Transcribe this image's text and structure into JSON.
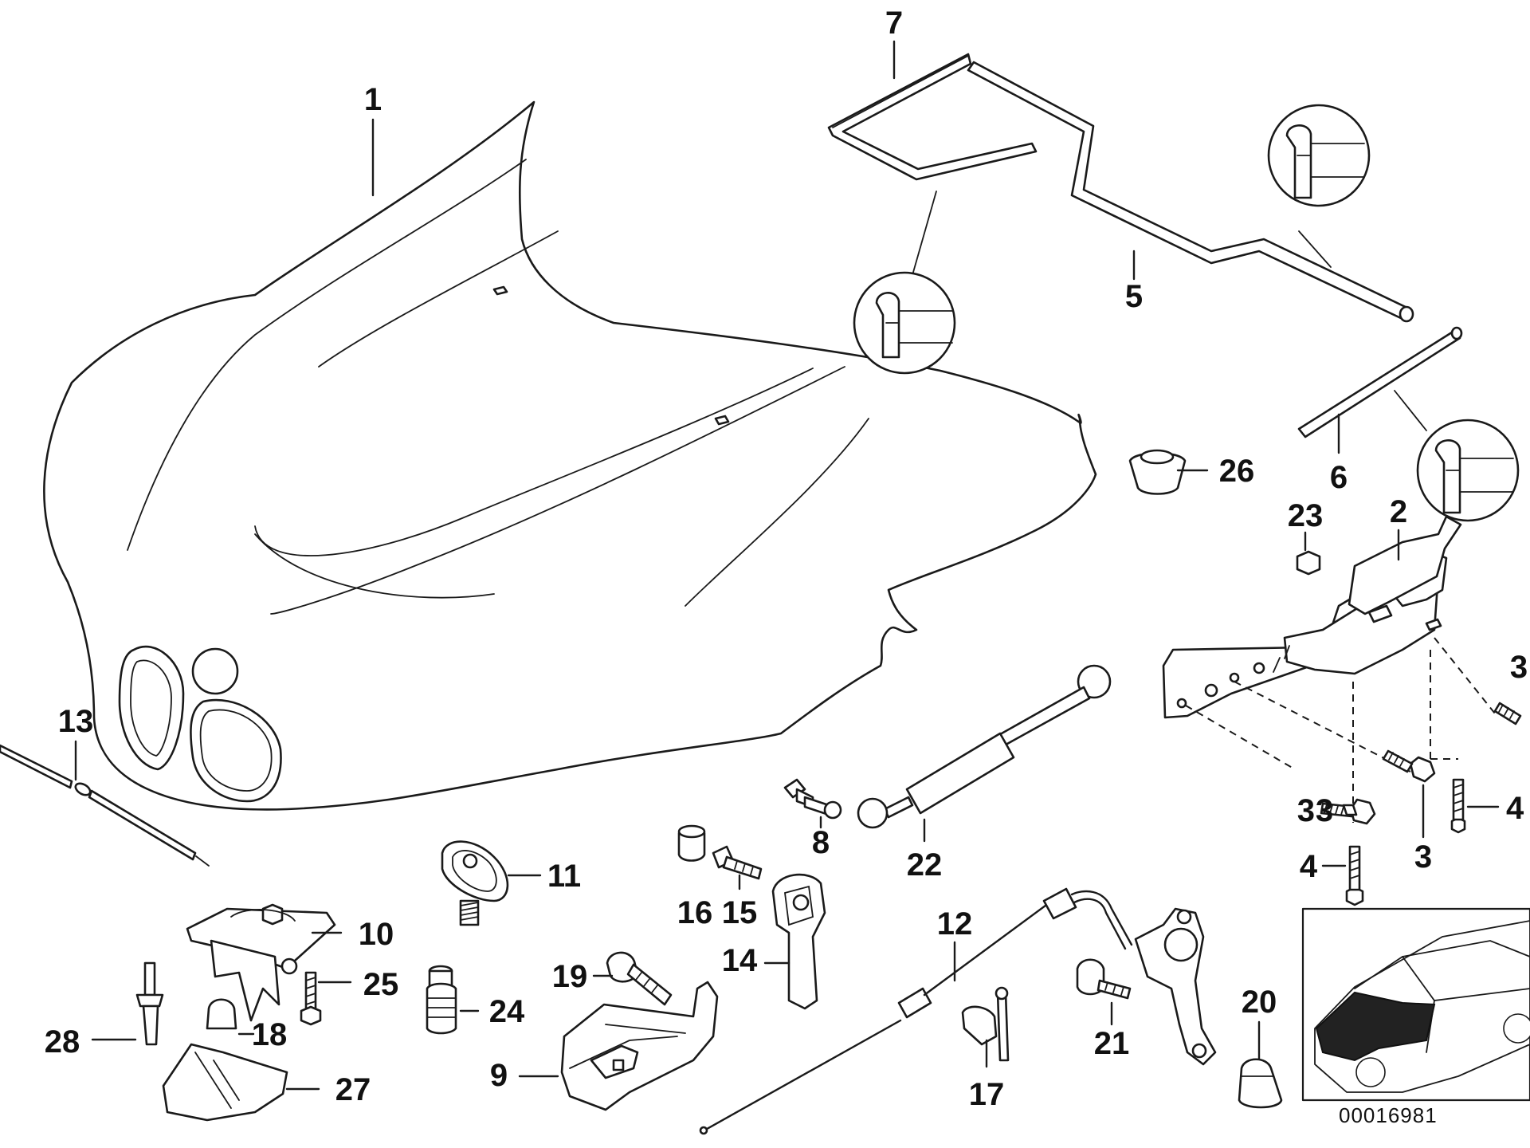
{
  "callouts": {
    "c1": "1",
    "c2": "2",
    "c3a": "3",
    "c3b": "3",
    "c3c": "3",
    "c3d": "3",
    "c4a": "4",
    "c4b": "4",
    "c5": "5",
    "c6": "6",
    "c7": "7",
    "c8": "8",
    "c9": "9",
    "c10": "10",
    "c11": "11",
    "c12": "12",
    "c13": "13",
    "c14": "14",
    "c15": "15",
    "c16": "16",
    "c17": "17",
    "c18": "18",
    "c19": "19",
    "c20": "20",
    "c21": "21",
    "c22": "22",
    "c23": "23",
    "c24": "24",
    "c25": "25",
    "c26": "26",
    "c27": "27",
    "c28": "28"
  },
  "reference_number": "00016981",
  "colors": {
    "line": "#1a1a1a",
    "background": "#ffffff",
    "highlight": "#222222"
  }
}
